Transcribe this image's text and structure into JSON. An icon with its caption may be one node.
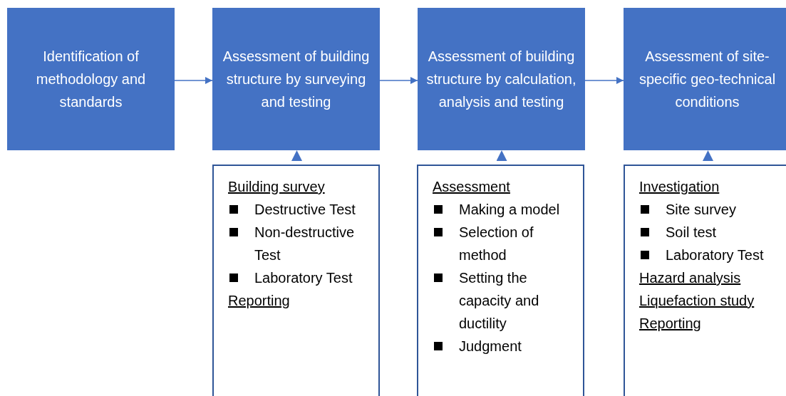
{
  "diagram": {
    "nodes": [
      {
        "text": [
          "Identification of methodology and standards"
        ]
      },
      {
        "text": [
          "Assessment of building structure by surveying and testing"
        ]
      },
      {
        "text": [
          "Assessment of building structure by calculation, analysis and testing"
        ]
      },
      {
        "text": [
          "Assessment of site-specific geo-technical conditions"
        ]
      },
      {
        "text": [
          "Building survey",
          "Destructive Test",
          "Non-destructive Test",
          "Laboratory Test",
          "Reporting"
        ]
      },
      {
        "text": [
          "Assessment",
          "Making a model",
          "Selection of method",
          "Setting the capacity and ductility",
          "Judgment"
        ]
      },
      {
        "text": [
          "Investigation",
          "Site survey",
          "Soil test",
          "Laboratory Test",
          "Hazard analysis",
          "Liquefaction study",
          "Reporting"
        ]
      }
    ],
    "edges": [
      {
        "from": 0,
        "to": 1,
        "arrow": "to"
      },
      {
        "from": 1,
        "to": 2,
        "arrow": "to"
      },
      {
        "from": 2,
        "to": 3,
        "arrow": "to"
      },
      {
        "from": 4,
        "to": 1,
        "arrow": "to"
      },
      {
        "from": 5,
        "to": 2,
        "arrow": "to"
      },
      {
        "from": 6,
        "to": 3,
        "arrow": "to"
      }
    ]
  }
}
